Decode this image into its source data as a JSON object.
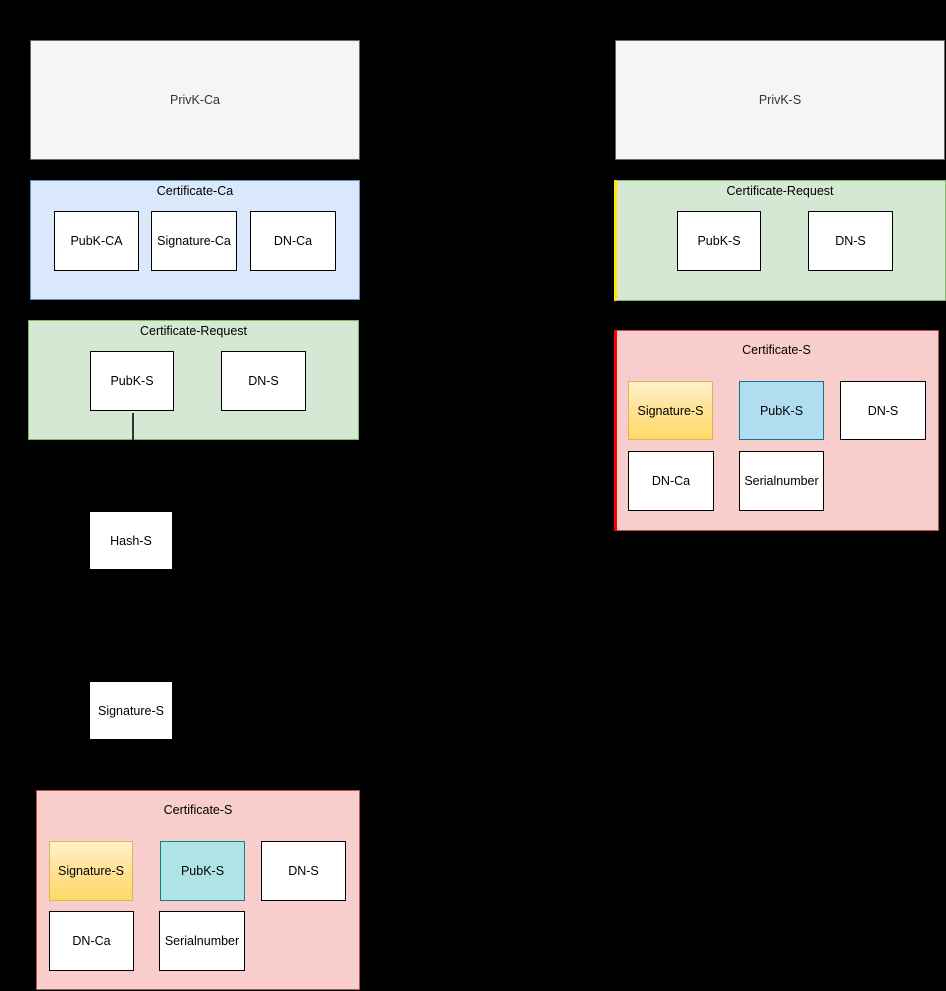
{
  "palette": {
    "background": "#000000",
    "gray_fill": "#f5f5f5",
    "gray_stroke": "#666666",
    "gray_text": "#333333",
    "blue_fill": "#dae8fc",
    "blue_stroke": "#6c8ebf",
    "green_fill": "#d5e8d4",
    "green_stroke": "#82b366",
    "pink_fill": "#f8cecc",
    "pink_stroke": "#b85450",
    "yellow_fill_top": "#fff2c9",
    "yellow_fill_bottom": "#ffd966",
    "yellow_stroke": "#d6b656",
    "teal_fill": "#b0e3e6",
    "teal_stroke": "#0e8088",
    "skyblue_fill": "#b1ddf0",
    "skyblue_stroke": "#10739e",
    "highlight_edge_yellow": "#ffe600",
    "highlight_edge_red": "#ff0000",
    "connector_stroke": "#333333"
  },
  "ca_side": {
    "privk_label": "PrivK-Ca",
    "certificate_ca": {
      "title": "Certificate-Ca",
      "pubk": "PubK-CA",
      "signature": "Signature-Ca",
      "dn": "DN-Ca"
    },
    "certificate_request": {
      "title": "Certificate-Request",
      "pubk": "PubK-S",
      "dn": "DN-S"
    },
    "hash_label": "Hash-S",
    "signature_label": "Signature-S",
    "certificate_s": {
      "title": "Certificate-S",
      "signature": "Signature-S",
      "pubk": "PubK-S",
      "dn_s": "DN-S",
      "dn_ca": "DN-Ca",
      "serial": "Serialnumber"
    }
  },
  "server_side": {
    "privk_label": "PrivK-S",
    "certificate_request": {
      "title": "Certificate-Request",
      "pubk": "PubK-S",
      "dn": "DN-S"
    },
    "certificate_s": {
      "title": "Certificate-S",
      "signature": "Signature-S",
      "pubk": "PubK-S",
      "dn_s": "DN-S",
      "dn_ca": "DN-Ca",
      "serial": "Serialnumber"
    }
  }
}
